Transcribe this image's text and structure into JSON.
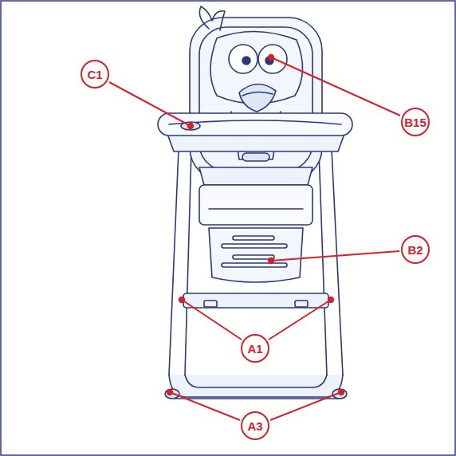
{
  "diagram": {
    "labels": [
      "C1",
      "B15",
      "B2",
      "A1",
      "A3"
    ]
  }
}
